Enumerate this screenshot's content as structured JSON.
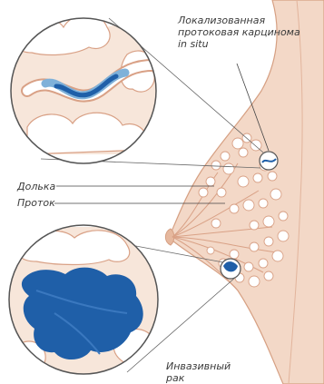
{
  "labels": {
    "dcis": {
      "line1": "Локализованная",
      "line2": "протоковая карцинома",
      "line3": "in situ"
    },
    "lobule": "Долька",
    "duct": "Проток",
    "invasive": {
      "line1": "Инвазивный",
      "line2": "рак"
    }
  },
  "colors": {
    "skin": "#f3d8c7",
    "skin_outline": "#d6a083",
    "tissue_line": "#d9a186",
    "tumor": "#1f5fa8",
    "tumor_light": "#7fb1d9",
    "leader": "#444444"
  }
}
